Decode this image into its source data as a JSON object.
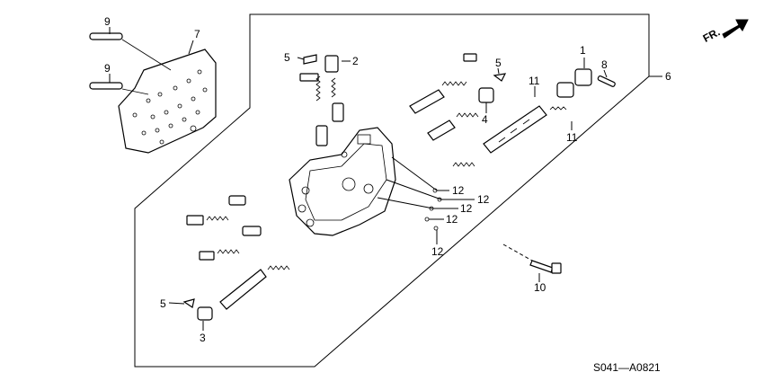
{
  "diagram_code": "S041—A0821",
  "direction_label": "FR.",
  "callouts": {
    "c1": "1",
    "c2": "2",
    "c3": "3",
    "c4": "4",
    "c5a": "5",
    "c5b": "5",
    "c6": "6",
    "c7": "7",
    "c8": "8",
    "c9a": "9",
    "c9b": "9",
    "c10": "10",
    "c11a": "11",
    "c11b": "11",
    "c12a": "12",
    "c12b": "12",
    "c12c": "12",
    "c12d": "12",
    "c12e": "12"
  },
  "icons": {
    "direction_arrow": "front-direction-arrow-icon"
  }
}
